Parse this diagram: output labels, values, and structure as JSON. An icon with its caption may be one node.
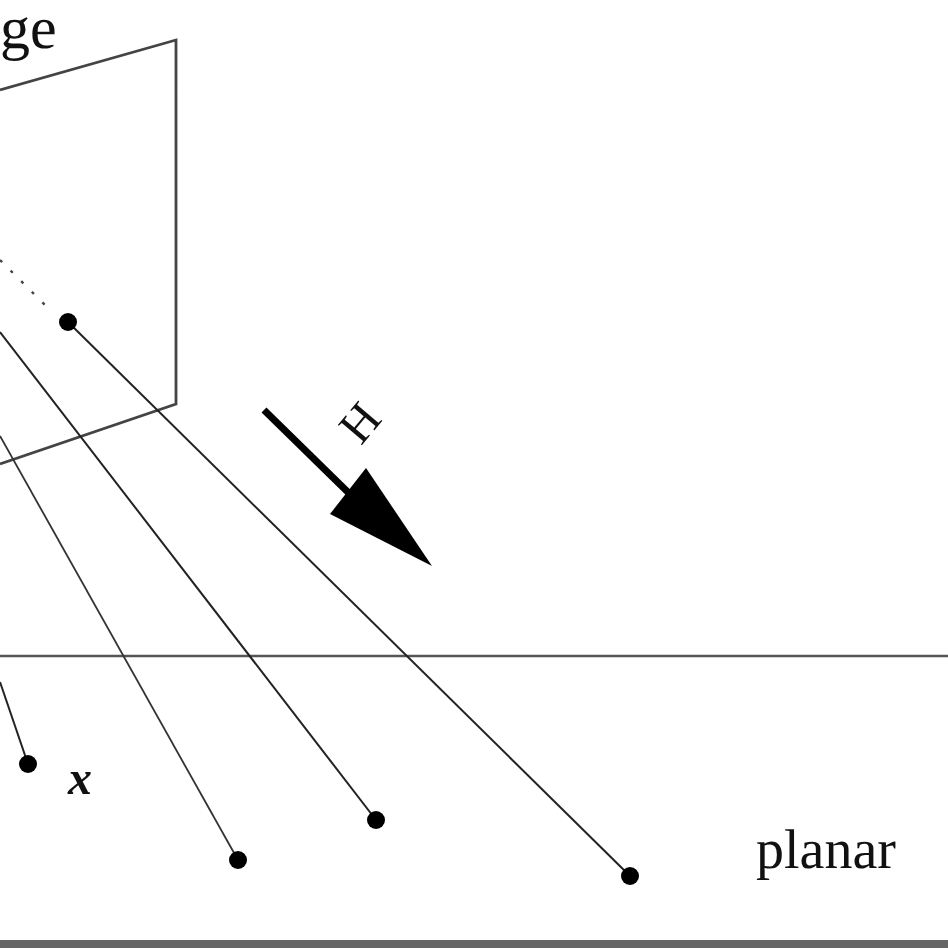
{
  "diagram": {
    "labels": [
      "ge",
      "H",
      "x",
      "planar"
    ]
  }
}
